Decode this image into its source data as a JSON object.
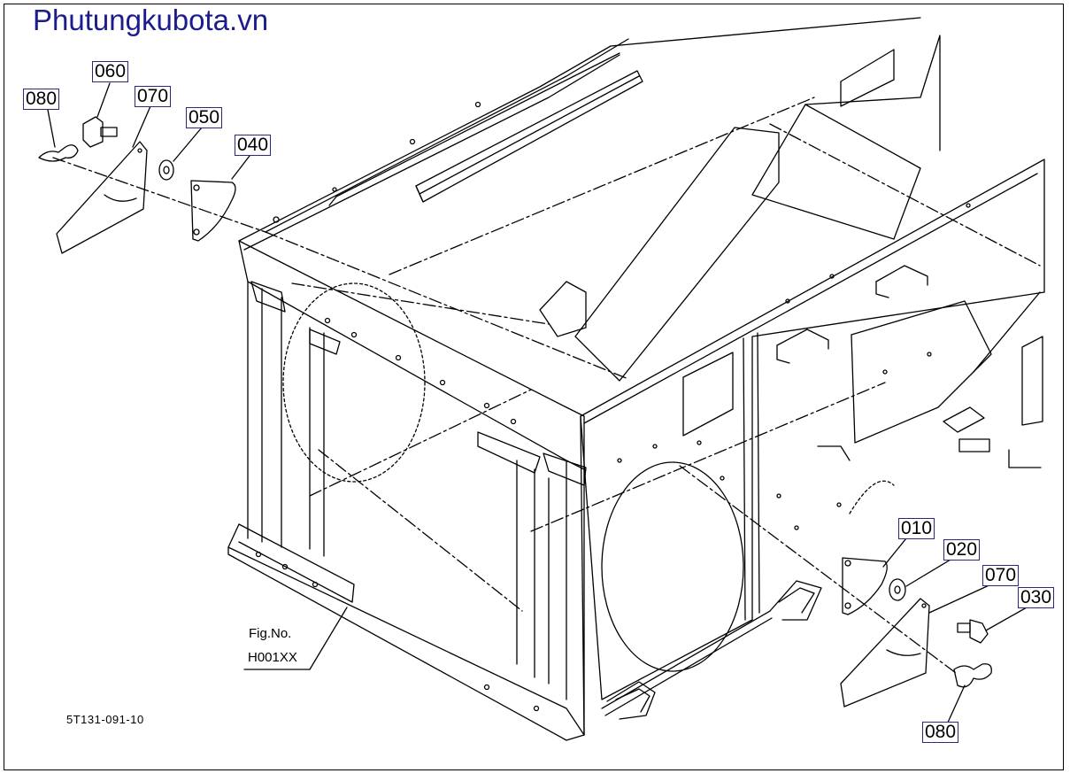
{
  "brand": "Phutungkubota.vn",
  "part_labels": {
    "p010": "010",
    "p020": "020",
    "p030": "030",
    "p040": "040",
    "p050": "050",
    "p060": "060",
    "p070_top": "070",
    "p070_bottom": "070",
    "p080_top": "080",
    "p080_bottom": "080"
  },
  "figure_ref": {
    "line1": "Fig.No.",
    "line2": "H001XX"
  },
  "drawing_code": "5T131-091-10",
  "colors": {
    "brand": "#1c1c8c",
    "line": "#000000"
  }
}
